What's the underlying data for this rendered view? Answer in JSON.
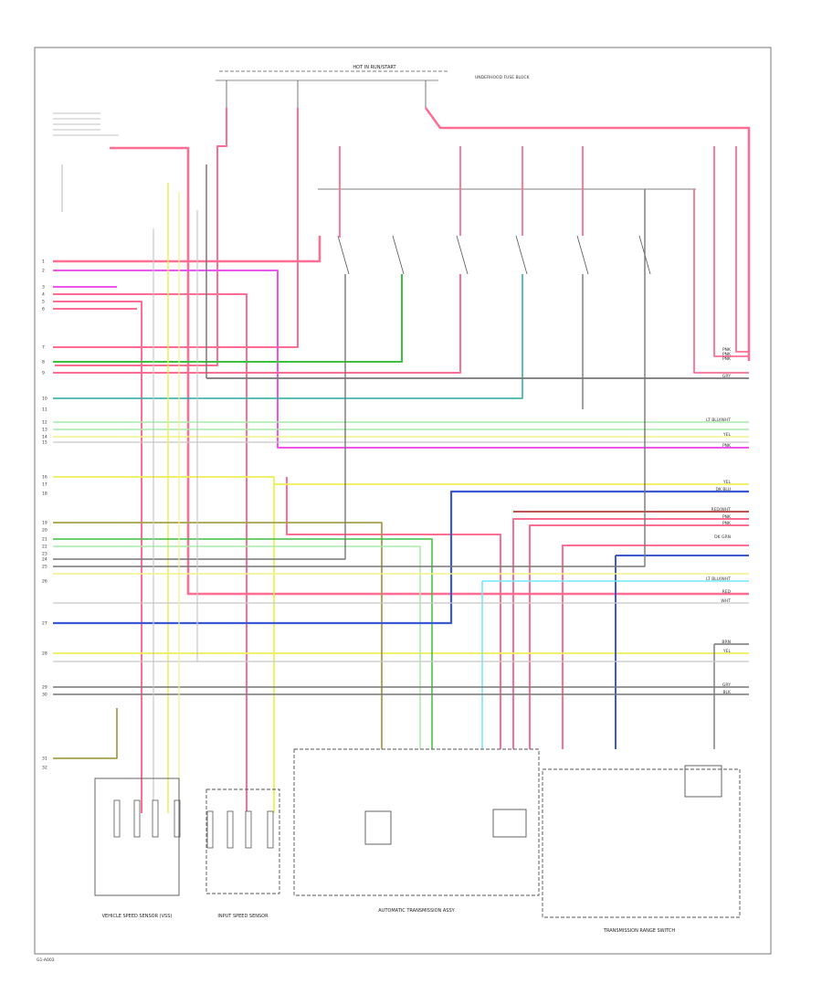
{
  "header": {
    "hot_label": "HOT IN RUN/START",
    "fuse_block_note": "UNDERHOOD FUSE BLOCK"
  },
  "left_terminals": [
    "1",
    "2",
    "3",
    "4",
    "5",
    "6",
    "7",
    "8",
    "9",
    "10",
    "11",
    "12",
    "13",
    "14",
    "15",
    "16",
    "17",
    "18",
    "19",
    "20",
    "21",
    "22",
    "23",
    "24",
    "25",
    "26",
    "27",
    "28",
    "29",
    "30",
    "31",
    "32"
  ],
  "right_labels": [
    "PNK",
    "PNK",
    "PNK",
    "GRY",
    "LT BLU/WHT",
    "YEL",
    "PNK",
    "YEL",
    "DK BLU",
    "RED/WHT",
    "PNK",
    "PNK",
    "DK GRN",
    "LT BLU/WHT",
    "RED",
    "WHT",
    "BRN",
    "YEL",
    "GRY",
    "BLK"
  ],
  "wire_colors": {
    "pink": "#ff6e92",
    "magenta": "#ee55ee",
    "green": "#3fbf3f",
    "teal": "#2ba9a0",
    "yellow": "#f0ee55",
    "olive": "#a8a04a",
    "blue": "#3b58d6",
    "cyan": "#6fe8f5",
    "red": "#b33a3a",
    "gray": "#777777",
    "lightgreen": "#a8eaa8",
    "lightyellow": "#f4f088",
    "lightgray": "#c8c8c8"
  },
  "components": {
    "left_box1": "VEHICLE SPEED SENSOR (VSS)",
    "left_box2": "INPUT SPEED SENSOR",
    "center_box": "AUTOMATIC TRANSMISSION ASSY",
    "right_box": "TRANSMISSION RANGE SWITCH"
  },
  "footer": {
    "page_code": "G1-A003"
  }
}
